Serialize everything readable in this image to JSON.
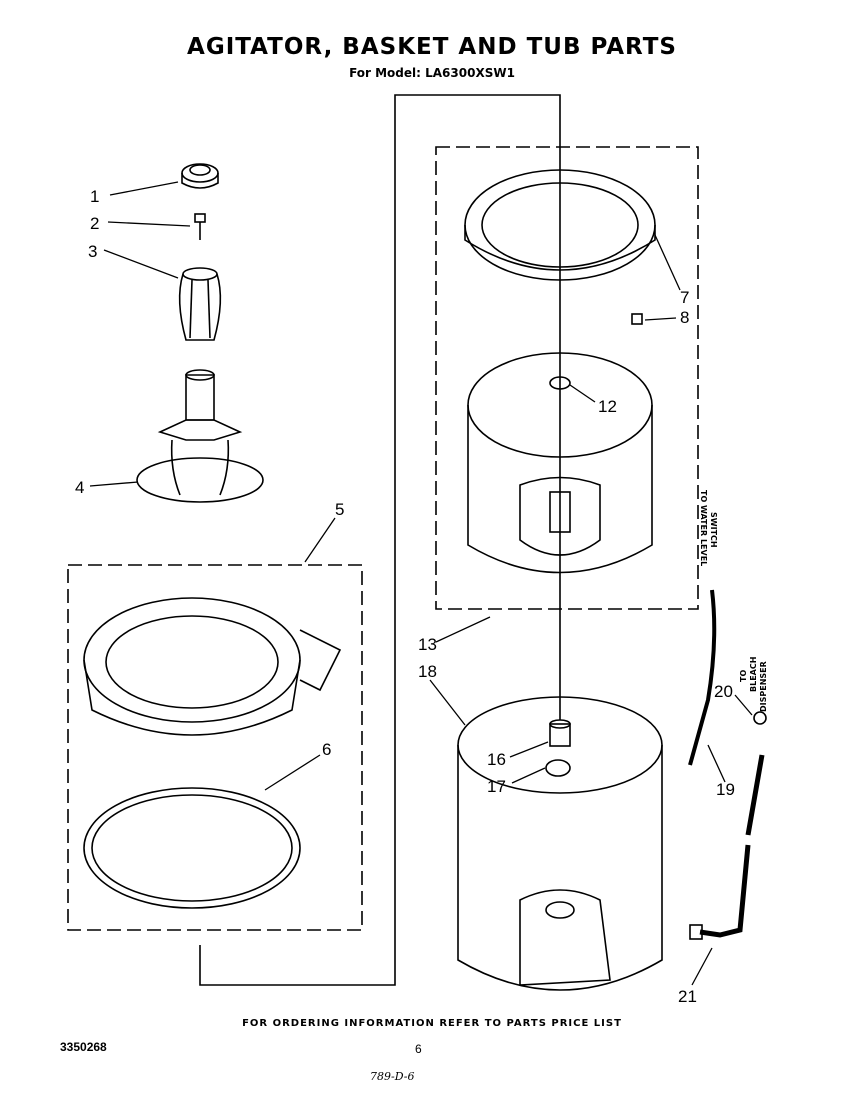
{
  "title": "AGITATOR, BASKET AND TUB PARTS",
  "subtitle": "For Model: LA6300XSW1",
  "footer_note": "FOR ORDERING INFORMATION REFER TO PARTS PRICE LIST",
  "document_number": "3350268",
  "page_number": "6",
  "handwritten_date": "789-D-6",
  "side_labels": {
    "water_level": [
      "TO WATER LEVEL",
      "SWITCH"
    ],
    "bleach": [
      "TO",
      "BLEACH",
      "DISPENSER"
    ]
  },
  "callouts": [
    "1",
    "2",
    "3",
    "4",
    "5",
    "6",
    "7",
    "8",
    "12",
    "13",
    "18",
    "16",
    "17",
    "20",
    "19",
    "21"
  ]
}
